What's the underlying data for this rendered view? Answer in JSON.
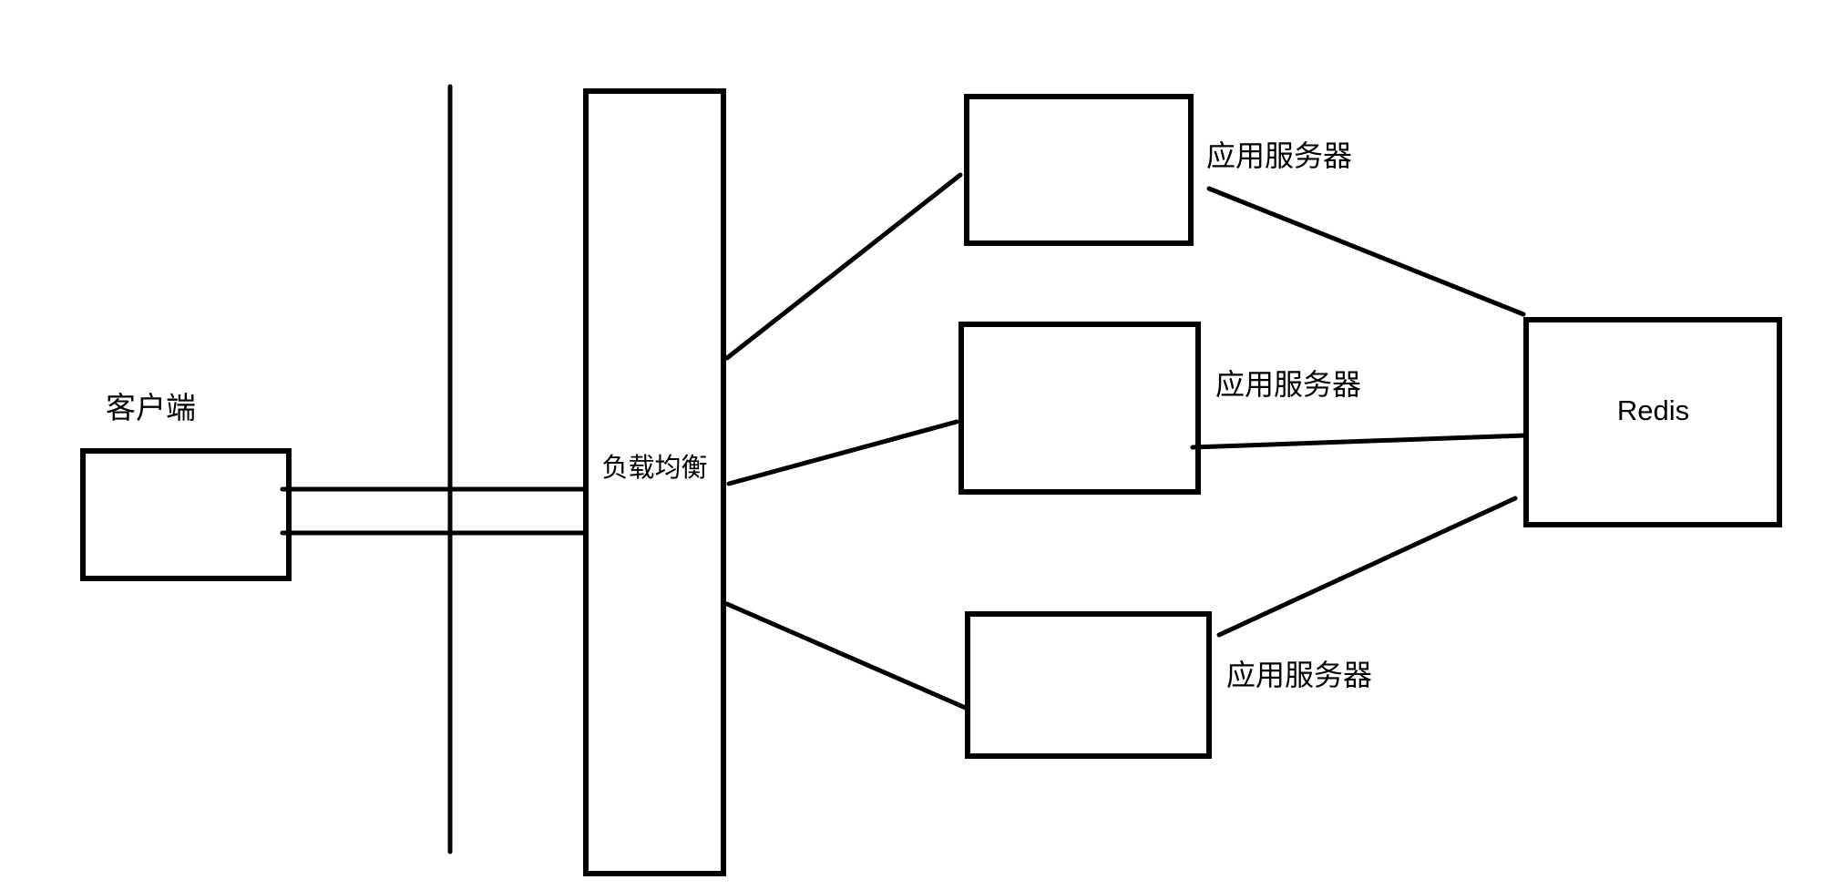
{
  "diagram": {
    "type": "architecture-diagram",
    "nodes": {
      "client": {
        "label": "客户端"
      },
      "load_balancer": {
        "label": "负载均衡"
      },
      "app_server_1": {
        "label": "应用服务器"
      },
      "app_server_2": {
        "label": "应用服务器"
      },
      "app_server_3": {
        "label": "应用服务器"
      },
      "redis": {
        "label": "Redis"
      }
    },
    "edges": [
      {
        "from": "client",
        "to": "load_balancer"
      },
      {
        "from": "client",
        "to": "load_balancer"
      },
      {
        "from": "load_balancer",
        "to": "app_server_1"
      },
      {
        "from": "load_balancer",
        "to": "app_server_2"
      },
      {
        "from": "load_balancer",
        "to": "app_server_3"
      },
      {
        "from": "app_server_1",
        "to": "redis"
      },
      {
        "from": "app_server_2",
        "to": "redis"
      },
      {
        "from": "app_server_3",
        "to": "redis"
      }
    ],
    "colors": {
      "ink": "#000000",
      "background": "#ffffff"
    }
  }
}
